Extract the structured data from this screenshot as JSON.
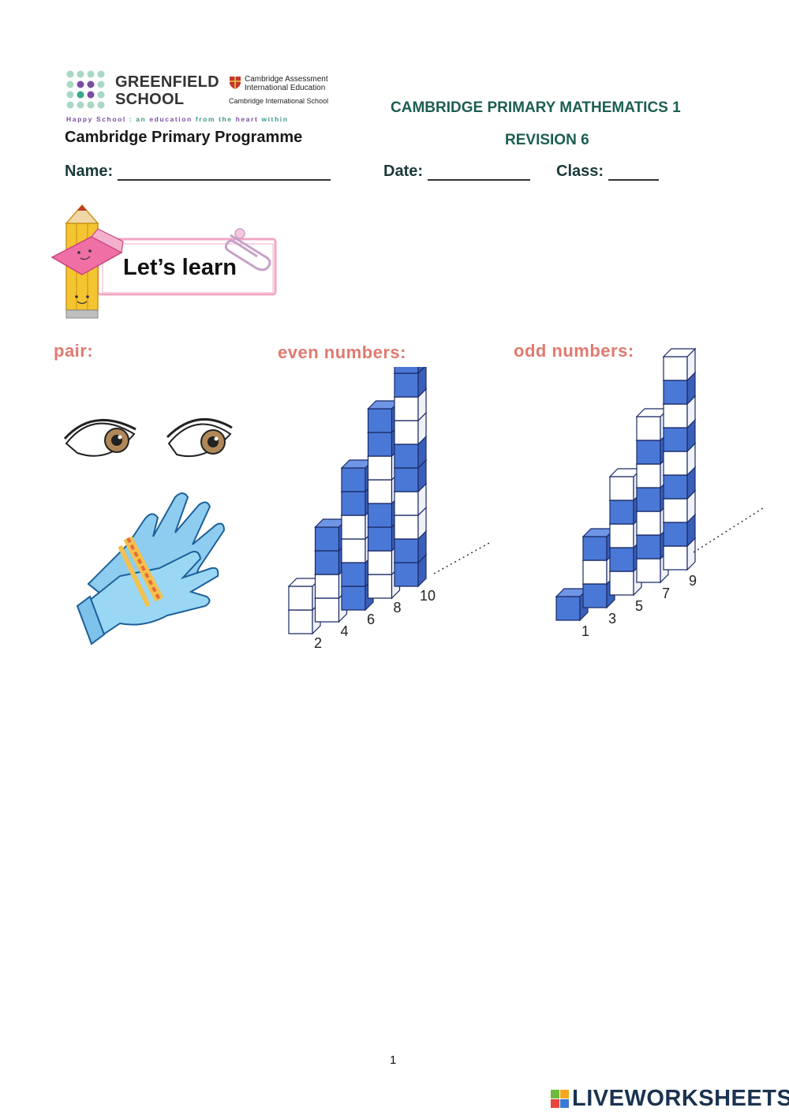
{
  "header": {
    "school_line1": "GREENFIELD",
    "school_line2": "SCHOOL",
    "cambridge_line1": "Cambridge Assessment",
    "cambridge_line2": "International Education",
    "cambridge_school": "Cambridge International School",
    "motto_a": "Happy School",
    "motto_b": " : an ",
    "motto_c": "education",
    "motto_d": " from the ",
    "motto_e": "heart",
    "motto_f": " within",
    "programme": "Cambridge Primary Programme",
    "course_title": "CAMBRIDGE PRIMARY MATHEMATICS 1",
    "revision": "REVISION 6"
  },
  "fields": {
    "name_label": "Name:",
    "date_label": "Date:",
    "class_label": "Class:"
  },
  "banner": {
    "text": "Let’s learn"
  },
  "sections": {
    "pair": "pair:",
    "even": "even numbers:",
    "odd": "odd numbers:"
  },
  "even_towers": [
    {
      "label": "2",
      "value": 2
    },
    {
      "label": "4",
      "value": 4
    },
    {
      "label": "6",
      "value": 6
    },
    {
      "label": "8",
      "value": 8
    },
    {
      "label": "10",
      "value": 10
    }
  ],
  "odd_towers": [
    {
      "label": "1",
      "value": 1
    },
    {
      "label": "3",
      "value": 3
    },
    {
      "label": "5",
      "value": 5
    },
    {
      "label": "7",
      "value": 7
    },
    {
      "label": "9",
      "value": 9
    }
  ],
  "colors": {
    "cube_blue": "#4a78d6",
    "cube_white": "#ffffff",
    "heading_pink": "#e07a70",
    "title_teal": "#1c5e52"
  },
  "footer": {
    "page_number": "1",
    "brand": "LIVEWORKSHEETS"
  }
}
